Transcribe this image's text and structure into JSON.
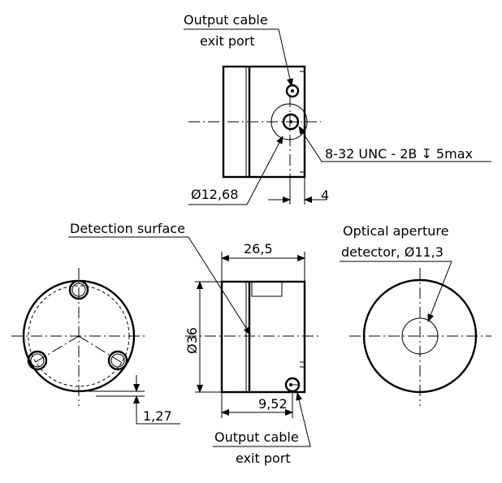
{
  "labels": {
    "top_cable_line1": "Output cable",
    "top_cable_line2": "exit port",
    "thread": "8-32 UNC - 2B ↧ 5max",
    "dia_port": "Ø12,68",
    "dim_4": "4",
    "detection_surface": "Detection surface",
    "dim_length": "26,5",
    "dim_diameter": "Ø36",
    "dim_952": "9,52",
    "dim_127": "1,27",
    "optical_line1": "Optical aperture",
    "optical_line2": "detector, Ø11,3",
    "bottom_cable_line1": "Output cable",
    "bottom_cable_line2": "exit port"
  }
}
